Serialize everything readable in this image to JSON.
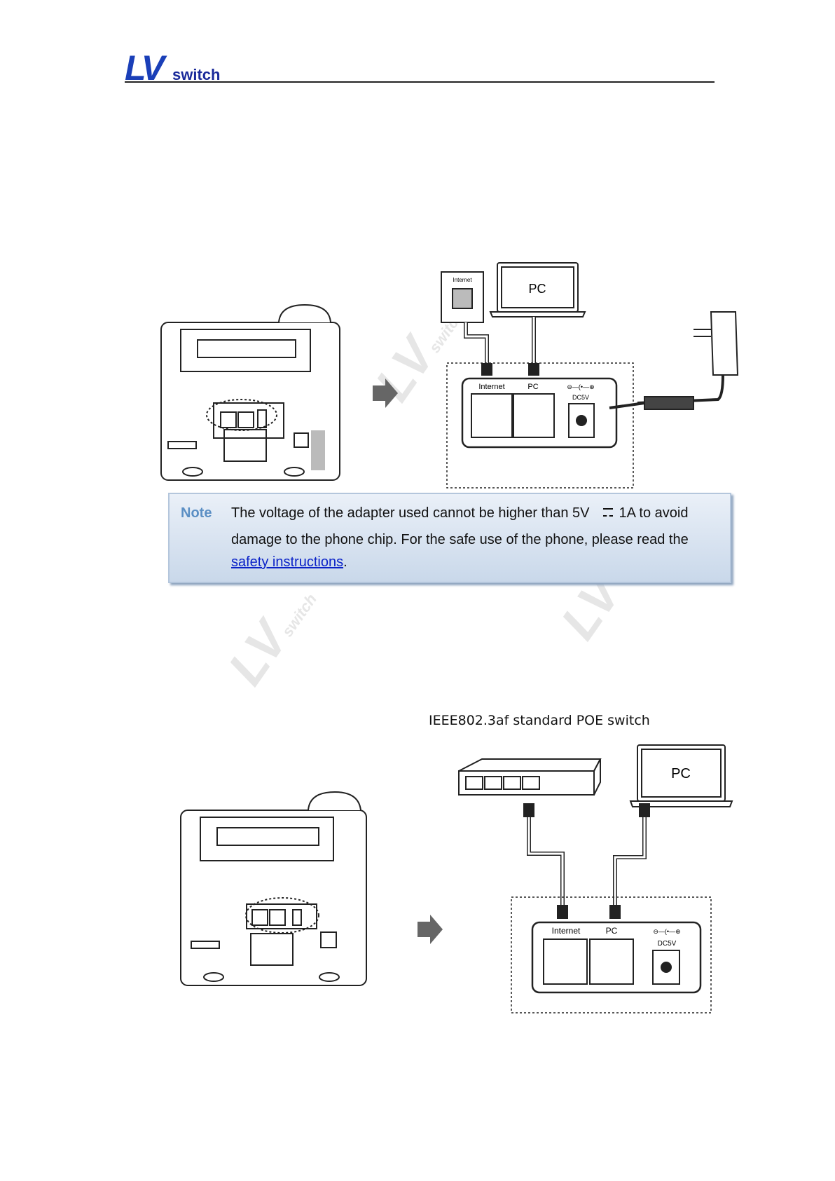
{
  "header": {
    "logo": {
      "mark": "LV",
      "word": "switch"
    }
  },
  "watermark": {
    "mark": "LV",
    "word": "switch"
  },
  "diagram1": {
    "wall_jack_label": "Internet",
    "pc_label": "PC",
    "port_internet_label": "Internet",
    "port_pc_label": "PC",
    "power_label": "DC5V",
    "polarity_label": "⊖—(•—⊕"
  },
  "note": {
    "label": "Note",
    "line1_before": "The voltage of the adapter used cannot be higher than 5V",
    "line1_after": "1A to avoid",
    "line2": "damage to the phone chip. For the safe use of the phone, please read the",
    "link_text": "safety instructions",
    "line3_after": "."
  },
  "diagram2": {
    "title": "IEEE802.3af  standard POE switch",
    "pc_label": "PC",
    "port_internet_label": "Internet",
    "port_pc_label": "PC",
    "power_label": "DC5V",
    "polarity_label": "⊖—(•—⊕"
  },
  "colors": {
    "logo_blue": "#1a3fb8",
    "note_label": "#5b8fc4",
    "link": "#0a22c8",
    "note_bg_top": "#eaf0f8",
    "note_bg_bottom": "#c9d8ea"
  }
}
